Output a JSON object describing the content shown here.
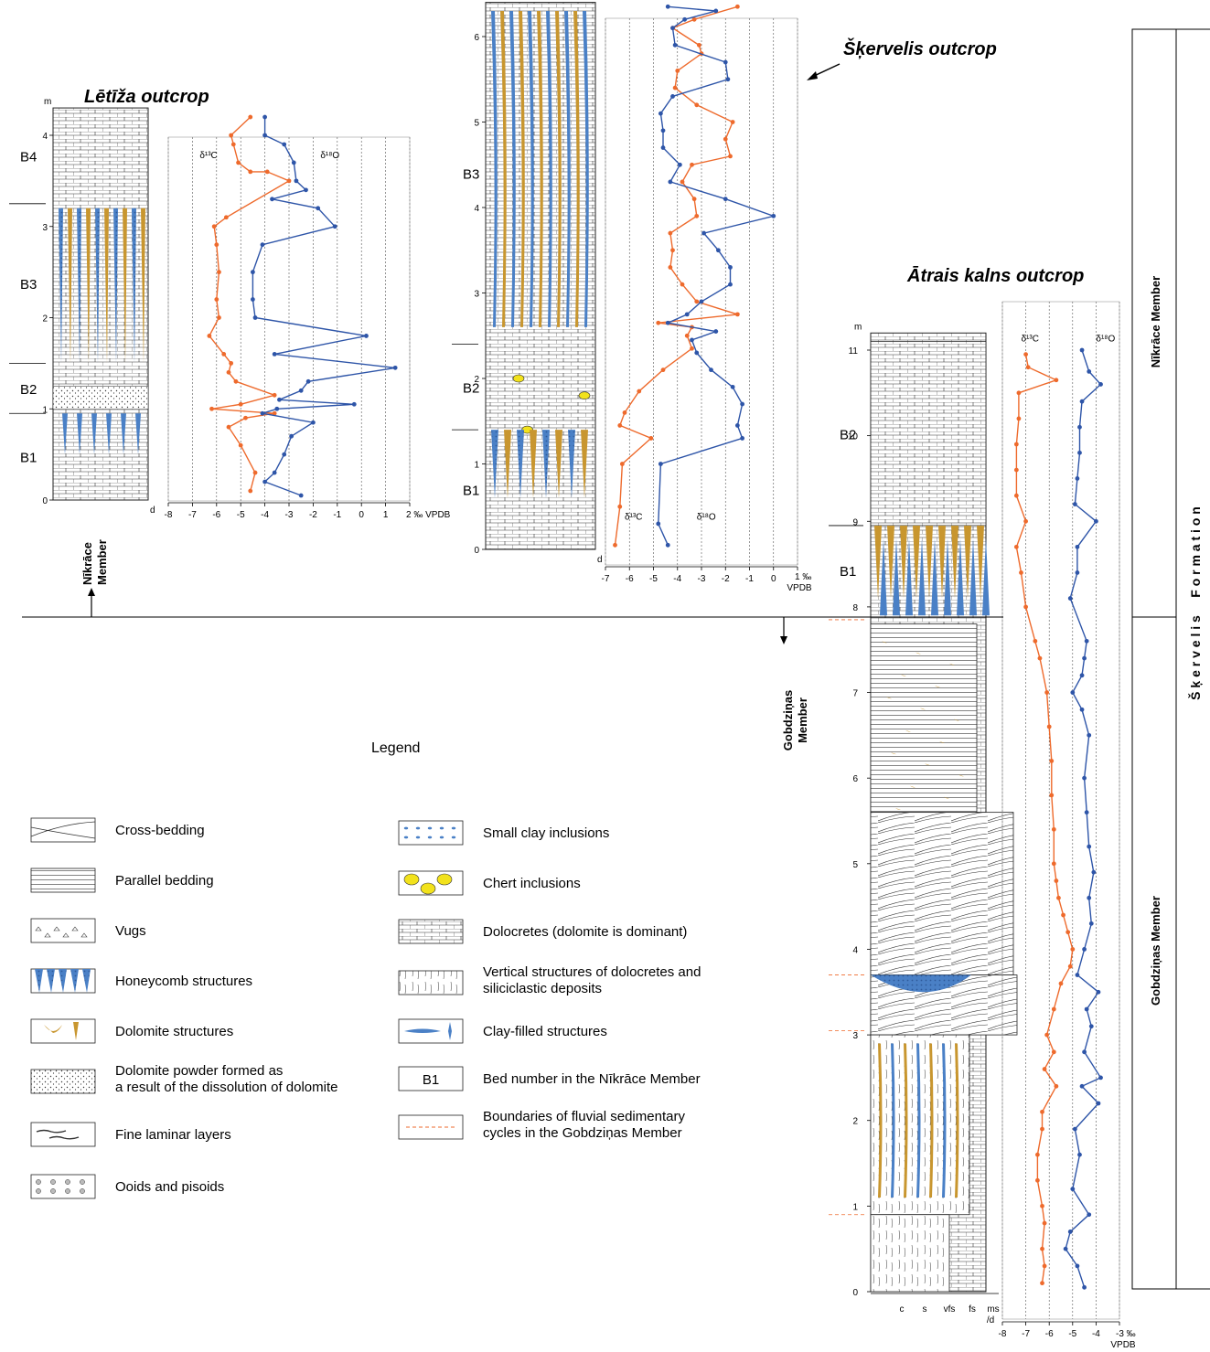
{
  "titles": {
    "letiza": "Lētīža outcrop",
    "skervelis": "Šķervelis outcrop",
    "atrais": "Ātrais kalns outcrop"
  },
  "labels": {
    "m": "m",
    "d": "d",
    "d13c": "δ¹³C",
    "d18o": "δ¹⁸O",
    "vpdb_2": "2 ‰ VPDB",
    "permil": "‰",
    "vpdb": "VPDB",
    "vpdb_1": "1 ‰",
    "vpdb_m3": "-3 ‰",
    "grain": [
      "c",
      "s",
      "vfs",
      "fs",
      "ms",
      "/d"
    ]
  },
  "members": {
    "nikrace": "Nīkrāce Member",
    "nikrace_l1": "Nīkrāce",
    "nikrace_l2": "Member",
    "gobdzinas": "Gobdziņas Member",
    "gobdzinas_l1": "Gobdziņas",
    "gobdzinas_l2": "Member",
    "formation": "Š ķ e r v e l i s     F o r m a t i o n"
  },
  "legend": {
    "title": "Legend",
    "items": [
      {
        "key": "cross",
        "label": "Cross-bedding"
      },
      {
        "key": "parallel",
        "label": "Parallel bedding"
      },
      {
        "key": "vugs",
        "label": "Vugs"
      },
      {
        "key": "honeycomb",
        "label": "Honeycomb structures"
      },
      {
        "key": "dolomite",
        "label": "Dolomite structures"
      },
      {
        "key": "powder",
        "label": "Dolomite powder formed as",
        "label2": "a result of the dissolution of dolomite"
      },
      {
        "key": "laminar",
        "label": "Fine laminar layers"
      },
      {
        "key": "ooids",
        "label": "Ooids and pisoids"
      },
      {
        "key": "clay",
        "label": "Small clay inclusions"
      },
      {
        "key": "chert",
        "label": "Chert inclusions"
      },
      {
        "key": "dolocrete",
        "label": "Dolocretes (dolomite is dominant)"
      },
      {
        "key": "vertical",
        "label": "Vertical structures of dolocretes and",
        "label2": "siliciclastic deposits"
      },
      {
        "key": "clayfill",
        "label": "Clay-filled structures"
      },
      {
        "key": "bed",
        "label": "Bed number in the Nīkrāce Member",
        "box": "B1"
      },
      {
        "key": "boundary",
        "label": "Boundaries of fluvial sedimentary",
        "label2": "cycles in the Gobdziņas Member"
      }
    ]
  },
  "colors": {
    "d13c": "#ee6a2c",
    "d18o": "#2e55a8",
    "dolomite": "#c8962f",
    "honeycomb": "#4a80c6",
    "chert": "#f2e21c"
  },
  "chart_data": [
    {
      "type": "line",
      "name": "Lētīža outcrop",
      "ylabel": "m",
      "ylim": [
        0,
        4.3
      ],
      "xlim": [
        -8,
        2
      ],
      "xticks": [
        -8,
        -7,
        -6,
        -5,
        -4,
        -3,
        -2,
        -1,
        0,
        1,
        2
      ],
      "yticks": [
        0,
        1,
        2,
        3,
        4
      ],
      "beds": [
        {
          "name": "B1",
          "from": 0,
          "to": 0.95
        },
        {
          "name": "B2",
          "from": 0.95,
          "to": 1.5
        },
        {
          "name": "B3",
          "from": 1.5,
          "to": 3.25
        },
        {
          "name": "B4",
          "from": 3.25,
          "to": 4.3
        }
      ],
      "series": [
        {
          "name": "δ¹³C",
          "color": "#ee6a2c",
          "points": [
            [
              -4.6,
              4.2
            ],
            [
              -5.4,
              4.0
            ],
            [
              -5.3,
              3.9
            ],
            [
              -5.1,
              3.7
            ],
            [
              -4.6,
              3.6
            ],
            [
              -3.9,
              3.6
            ],
            [
              -3.0,
              3.5
            ],
            [
              -5.6,
              3.1
            ],
            [
              -6.1,
              3.0
            ],
            [
              -6.0,
              2.8
            ],
            [
              -5.9,
              2.5
            ],
            [
              -6.0,
              2.2
            ],
            [
              -5.9,
              2.0
            ],
            [
              -6.3,
              1.8
            ],
            [
              -5.7,
              1.6
            ],
            [
              -5.4,
              1.5
            ],
            [
              -5.5,
              1.4
            ],
            [
              -5.2,
              1.3
            ],
            [
              -3.6,
              1.15
            ],
            [
              -5.0,
              1.05
            ],
            [
              -6.2,
              1.0
            ],
            [
              -3.6,
              0.95
            ],
            [
              -4.8,
              0.9
            ],
            [
              -5.5,
              0.8
            ],
            [
              -5.0,
              0.6
            ],
            [
              -4.4,
              0.3
            ],
            [
              -4.6,
              0.1
            ]
          ]
        },
        {
          "name": "δ¹⁸O",
          "color": "#2e55a8",
          "points": [
            [
              -4.0,
              4.2
            ],
            [
              -4.0,
              4.0
            ],
            [
              -3.2,
              3.9
            ],
            [
              -2.8,
              3.7
            ],
            [
              -2.7,
              3.5
            ],
            [
              -2.3,
              3.4
            ],
            [
              -3.7,
              3.3
            ],
            [
              -1.8,
              3.2
            ],
            [
              -1.1,
              3.0
            ],
            [
              -4.1,
              2.8
            ],
            [
              -4.5,
              2.5
            ],
            [
              -4.5,
              2.2
            ],
            [
              -4.4,
              2.0
            ],
            [
              0.2,
              1.8
            ],
            [
              -3.6,
              1.6
            ],
            [
              1.4,
              1.45
            ],
            [
              -2.2,
              1.3
            ],
            [
              -2.5,
              1.2
            ],
            [
              -3.4,
              1.1
            ],
            [
              -0.3,
              1.05
            ],
            [
              -3.5,
              1.0
            ],
            [
              -4.1,
              0.95
            ],
            [
              -2.0,
              0.85
            ],
            [
              -2.9,
              0.7
            ],
            [
              -3.2,
              0.5
            ],
            [
              -3.6,
              0.3
            ],
            [
              -4.0,
              0.2
            ],
            [
              -2.5,
              0.05
            ]
          ]
        }
      ]
    },
    {
      "type": "line",
      "name": "Šķervelis outcrop",
      "ylabel": "m",
      "ylim": [
        0,
        6.4
      ],
      "xlim": [
        -7,
        1
      ],
      "xticks": [
        -7,
        -6,
        -5,
        -4,
        -3,
        -2,
        -1,
        0,
        1
      ],
      "yticks": [
        0,
        1,
        2,
        3,
        4,
        5,
        6
      ],
      "beds": [
        {
          "name": "B1",
          "from": 0,
          "to": 1.4
        },
        {
          "name": "B2",
          "from": 1.4,
          "to": 2.4
        },
        {
          "name": "B3",
          "from": 2.4,
          "to": 6.4
        }
      ],
      "series": [
        {
          "name": "δ¹³C",
          "color": "#ee6a2c",
          "points": [
            [
              -6.6,
              0.05
            ],
            [
              -6.4,
              0.5
            ],
            [
              -6.3,
              1.0
            ],
            [
              -5.1,
              1.3
            ],
            [
              -6.4,
              1.45
            ],
            [
              -6.2,
              1.6
            ],
            [
              -5.6,
              1.85
            ],
            [
              -4.6,
              2.1
            ],
            [
              -3.4,
              2.35
            ],
            [
              -3.6,
              2.5
            ],
            [
              -3.4,
              2.6
            ],
            [
              -4.8,
              2.65
            ],
            [
              -1.5,
              2.75
            ],
            [
              -3.2,
              2.9
            ],
            [
              -3.8,
              3.1
            ],
            [
              -4.3,
              3.3
            ],
            [
              -4.2,
              3.5
            ],
            [
              -4.3,
              3.7
            ],
            [
              -3.2,
              3.9
            ],
            [
              -3.3,
              4.1
            ],
            [
              -3.8,
              4.3
            ],
            [
              -3.4,
              4.5
            ],
            [
              -1.8,
              4.6
            ],
            [
              -2.0,
              4.8
            ],
            [
              -1.7,
              5.0
            ],
            [
              -3.2,
              5.2
            ],
            [
              -4.1,
              5.4
            ],
            [
              -4.0,
              5.6
            ],
            [
              -3.0,
              5.8
            ],
            [
              -3.1,
              5.9
            ],
            [
              -4.2,
              6.1
            ],
            [
              -3.3,
              6.2
            ],
            [
              -1.5,
              6.35
            ]
          ]
        },
        {
          "name": "δ¹⁸O",
          "color": "#2e55a8",
          "points": [
            [
              -4.4,
              0.05
            ],
            [
              -4.8,
              0.3
            ],
            [
              -4.7,
              1.0
            ],
            [
              -1.3,
              1.3
            ],
            [
              -1.5,
              1.45
            ],
            [
              -1.3,
              1.7
            ],
            [
              -1.7,
              1.9
            ],
            [
              -2.6,
              2.1
            ],
            [
              -3.2,
              2.3
            ],
            [
              -3.4,
              2.45
            ],
            [
              -2.4,
              2.55
            ],
            [
              -4.4,
              2.65
            ],
            [
              -3.6,
              2.75
            ],
            [
              -3.0,
              2.9
            ],
            [
              -1.8,
              3.1
            ],
            [
              -1.8,
              3.3
            ],
            [
              -2.3,
              3.5
            ],
            [
              -2.9,
              3.7
            ],
            [
              0.0,
              3.9
            ],
            [
              -2.0,
              4.1
            ],
            [
              -4.3,
              4.3
            ],
            [
              -3.9,
              4.5
            ],
            [
              -4.6,
              4.7
            ],
            [
              -4.6,
              4.9
            ],
            [
              -4.7,
              5.1
            ],
            [
              -4.2,
              5.3
            ],
            [
              -1.9,
              5.5
            ],
            [
              -2.0,
              5.7
            ],
            [
              -4.1,
              5.9
            ],
            [
              -4.2,
              6.1
            ],
            [
              -3.7,
              6.2
            ],
            [
              -2.4,
              6.3
            ],
            [
              -4.4,
              6.35
            ]
          ]
        }
      ]
    },
    {
      "type": "line",
      "name": "Ātrais kalns outcrop",
      "ylabel": "m",
      "ylim": [
        0,
        11.2
      ],
      "xlim": [
        -8,
        -3
      ],
      "xticks": [
        -8,
        -7,
        -6,
        -5,
        -4,
        -3
      ],
      "yticks": [
        0,
        1,
        2,
        3,
        4,
        5,
        6,
        7,
        8,
        9,
        10,
        11
      ],
      "beds": [
        {
          "name": "B1",
          "from": 7.9,
          "to": 8.95
        },
        {
          "name": "B2",
          "from": 8.95,
          "to": 11.1
        }
      ],
      "series": [
        {
          "name": "δ¹³C",
          "color": "#ee6a2c",
          "points": [
            [
              -6.3,
              0.1
            ],
            [
              -6.2,
              0.3
            ],
            [
              -6.3,
              0.5
            ],
            [
              -6.2,
              0.8
            ],
            [
              -6.3,
              1.0
            ],
            [
              -6.5,
              1.3
            ],
            [
              -6.5,
              1.6
            ],
            [
              -6.3,
              1.9
            ],
            [
              -6.3,
              2.1
            ],
            [
              -5.7,
              2.4
            ],
            [
              -6.2,
              2.6
            ],
            [
              -5.8,
              2.8
            ],
            [
              -6.1,
              3.0
            ],
            [
              -5.8,
              3.3
            ],
            [
              -5.5,
              3.6
            ],
            [
              -5.1,
              3.8
            ],
            [
              -5.0,
              4.0
            ],
            [
              -5.2,
              4.2
            ],
            [
              -5.4,
              4.4
            ],
            [
              -5.6,
              4.6
            ],
            [
              -5.7,
              4.8
            ],
            [
              -5.8,
              5.0
            ],
            [
              -5.8,
              5.4
            ],
            [
              -5.9,
              5.8
            ],
            [
              -5.9,
              6.2
            ],
            [
              -6.0,
              6.6
            ],
            [
              -6.1,
              7.0
            ],
            [
              -6.4,
              7.4
            ],
            [
              -6.6,
              7.6
            ],
            [
              -7.0,
              8.0
            ],
            [
              -7.2,
              8.4
            ],
            [
              -7.4,
              8.7
            ],
            [
              -7.0,
              9.0
            ],
            [
              -7.4,
              9.3
            ],
            [
              -7.4,
              9.6
            ],
            [
              -7.4,
              9.9
            ],
            [
              -7.3,
              10.2
            ],
            [
              -7.3,
              10.5
            ],
            [
              -5.7,
              10.65
            ],
            [
              -6.9,
              10.8
            ],
            [
              -7.0,
              10.95
            ]
          ]
        },
        {
          "name": "δ¹⁸O",
          "color": "#2e55a8",
          "points": [
            [
              -4.5,
              0.05
            ],
            [
              -4.8,
              0.3
            ],
            [
              -5.3,
              0.5
            ],
            [
              -5.1,
              0.7
            ],
            [
              -4.3,
              0.9
            ],
            [
              -5.0,
              1.2
            ],
            [
              -4.7,
              1.6
            ],
            [
              -4.9,
              1.9
            ],
            [
              -3.9,
              2.2
            ],
            [
              -4.6,
              2.4
            ],
            [
              -3.8,
              2.5
            ],
            [
              -4.5,
              2.8
            ],
            [
              -4.2,
              3.1
            ],
            [
              -4.4,
              3.3
            ],
            [
              -3.9,
              3.5
            ],
            [
              -4.8,
              3.7
            ],
            [
              -4.5,
              4.0
            ],
            [
              -4.2,
              4.3
            ],
            [
              -4.3,
              4.6
            ],
            [
              -4.1,
              4.9
            ],
            [
              -4.3,
              5.2
            ],
            [
              -4.4,
              5.6
            ],
            [
              -4.5,
              6.0
            ],
            [
              -4.3,
              6.5
            ],
            [
              -4.6,
              6.8
            ],
            [
              -5.0,
              7.0
            ],
            [
              -4.6,
              7.2
            ],
            [
              -4.5,
              7.4
            ],
            [
              -4.4,
              7.6
            ],
            [
              -5.1,
              8.1
            ],
            [
              -4.8,
              8.4
            ],
            [
              -4.8,
              8.7
            ],
            [
              -4.0,
              9.0
            ],
            [
              -4.9,
              9.2
            ],
            [
              -4.8,
              9.5
            ],
            [
              -4.7,
              9.8
            ],
            [
              -4.7,
              10.1
            ],
            [
              -4.6,
              10.4
            ],
            [
              -3.8,
              10.6
            ],
            [
              -4.3,
              10.75
            ],
            [
              -4.6,
              11.0
            ]
          ]
        }
      ]
    }
  ]
}
